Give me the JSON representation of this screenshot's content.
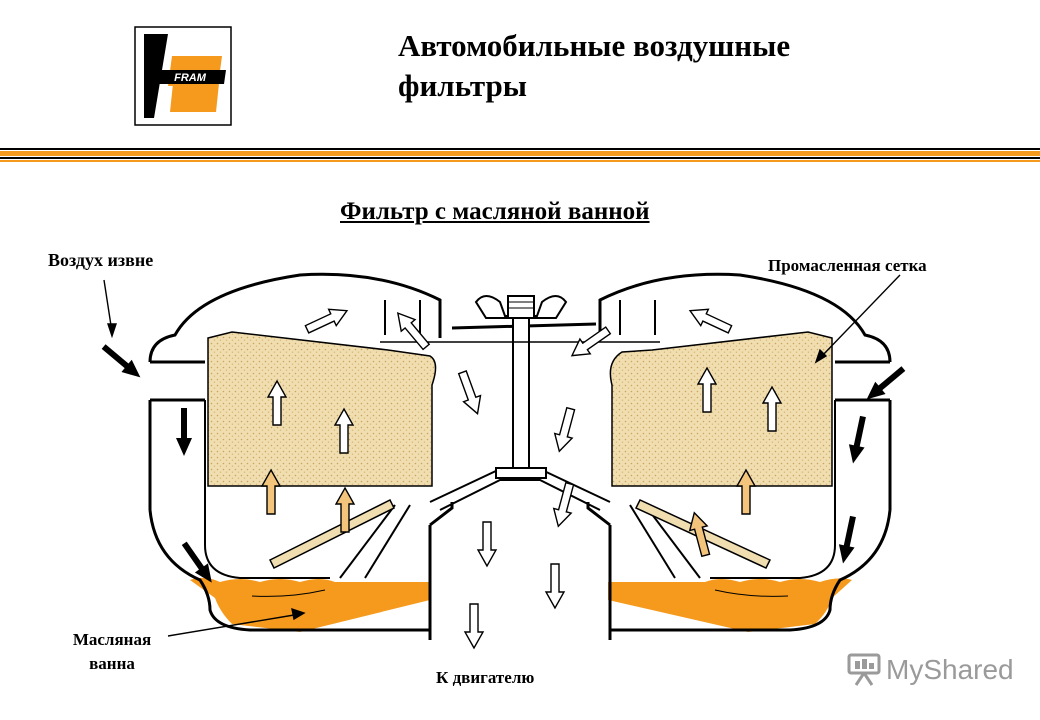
{
  "header": {
    "title_line1": "Автомобильные воздушные",
    "title_line2": "фильтры",
    "logo_text": "FRAM"
  },
  "diagram": {
    "title": "Фильтр с масляной ванной",
    "labels": {
      "air_in": "Воздух извне",
      "oiled_mesh": "Промасленная сетка",
      "oil_bath_1": "Масляная",
      "oil_bath_2": "ванна",
      "to_engine": "К двигателю"
    }
  },
  "watermark": {
    "text": "MyShared"
  },
  "colors": {
    "orange": "#f59a1d",
    "mesh_fill": "#f0ddb0",
    "arrow_up_fill": "#f3c57c",
    "arrow_down_fill": "#ffffff",
    "outline": "#000000"
  }
}
